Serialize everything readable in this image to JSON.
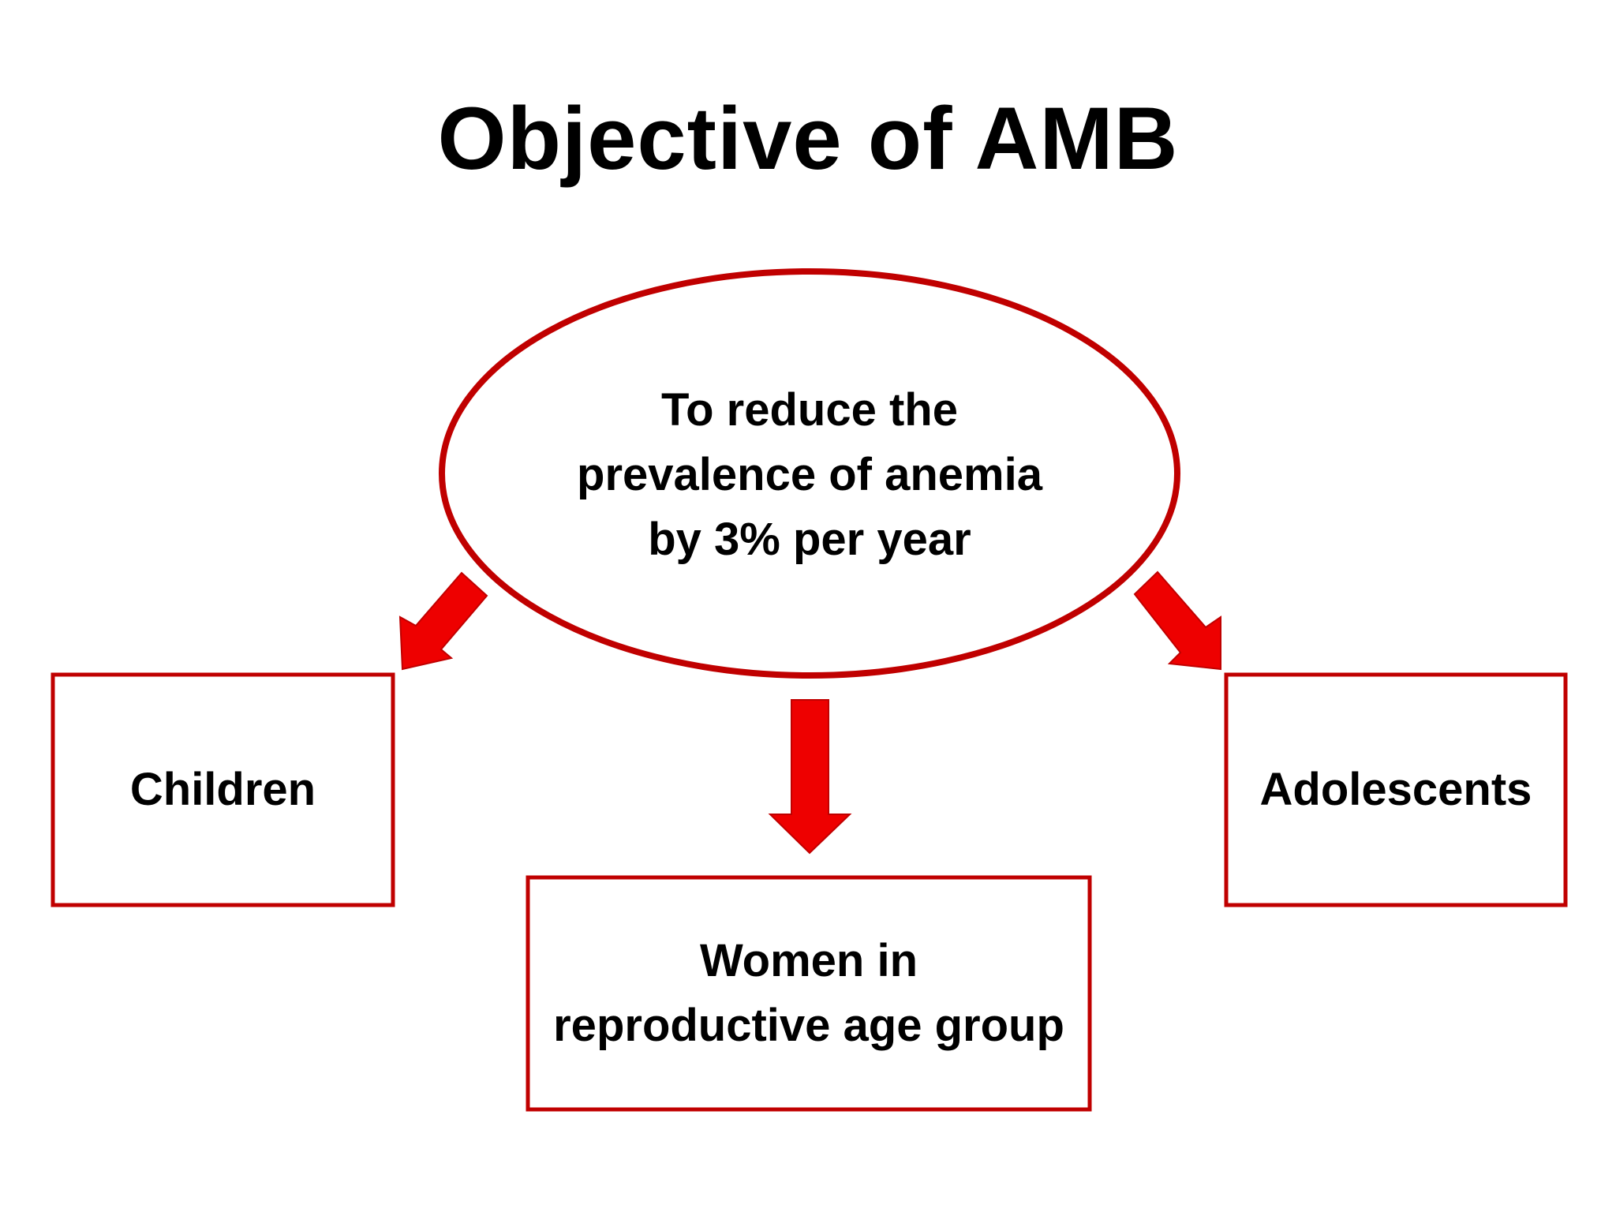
{
  "title": "Objective of AMB",
  "colors": {
    "outline": "#c00000",
    "arrow_fill": "#ee0000",
    "arrow_stroke": "#c00000",
    "text": "#000000",
    "background": "#ffffff"
  },
  "goal": {
    "lines": [
      "To reduce the",
      "prevalence of anemia",
      "by 3% per year"
    ]
  },
  "targets": {
    "children": {
      "label": "Children"
    },
    "women": {
      "lines": [
        "Women in",
        "reproductive age group"
      ]
    },
    "adolescents": {
      "label": "Adolescents"
    }
  }
}
